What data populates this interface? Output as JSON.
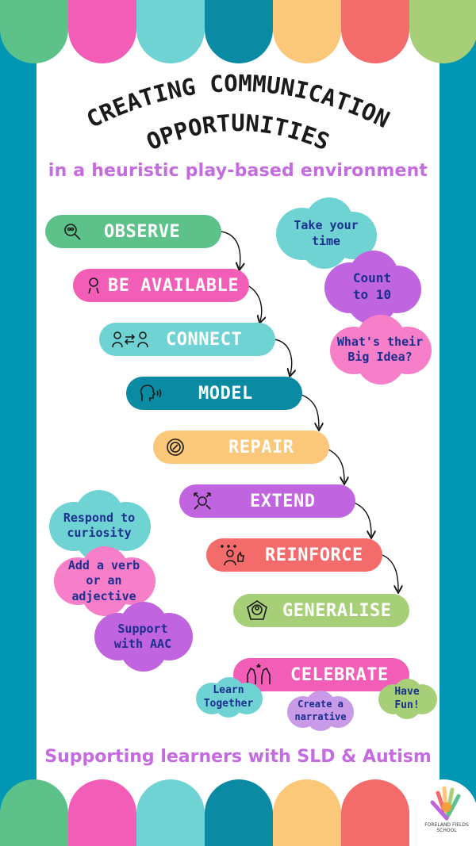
{
  "title": {
    "line1": "CREATING COMMUNICATION",
    "line2": "OPPORTUNITIES"
  },
  "subtitle": "in a heuristic play-based environment",
  "footer": "Supporting learners with SLD & Autism",
  "colors": {
    "green": "#5cc28a",
    "pink": "#f25db7",
    "teal": "#6fd3d3",
    "blue": "#0a8aa3",
    "orange": "#fbc778",
    "red": "#f36b6b",
    "lime": "#a6cf78",
    "purple": "#c064e0",
    "text_blue": "#1b2f8f",
    "sub_purple": "#c46be0"
  },
  "steps": [
    {
      "label": "OBSERVE",
      "icon": "magnifier-faces-icon",
      "color": "#5cc28a"
    },
    {
      "label": "BE AVAILABLE",
      "icon": "person-idea-icon",
      "color": "#f25db7"
    },
    {
      "label": "CONNECT",
      "icon": "two-people-exchange-icon",
      "color": "#6fd3d3"
    },
    {
      "label": "MODEL",
      "icon": "speaking-head-icon",
      "color": "#0a8aa3"
    },
    {
      "label": "REPAIR",
      "icon": "gear-wrench-icon",
      "color": "#fbc778"
    },
    {
      "label": "EXTEND",
      "icon": "expand-arrows-icon",
      "color": "#c064e0"
    },
    {
      "label": "REINFORCE",
      "icon": "person-thumbs-up-icon",
      "color": "#f36b6b"
    },
    {
      "label": "GENERALISE",
      "icon": "network-person-icon",
      "color": "#a6cf78"
    },
    {
      "label": "CELEBRATE",
      "icon": "high-five-hands-icon",
      "color": "#f25db7"
    }
  ],
  "clouds_right": [
    {
      "text": "Take your time",
      "color": "#6fd3d3"
    },
    {
      "text": "Count to 10",
      "color": "#c064e0"
    },
    {
      "text": "What's their Big Idea?",
      "color": "#f77ec8"
    }
  ],
  "clouds_left": [
    {
      "text": "Respond to curiosity",
      "color": "#6fd3d3"
    },
    {
      "text": "Add a verb or an adjective",
      "color": "#f77ec8"
    },
    {
      "text": "Support with AAC",
      "color": "#c064e0"
    }
  ],
  "clouds_bottom": [
    {
      "text": "Learn Together",
      "color": "#6fd3d3"
    },
    {
      "text": "Create a narrative",
      "color": "#c89ae8"
    },
    {
      "text": "Have Fun!",
      "color": "#a6cf78"
    }
  ],
  "logo": {
    "text": "FORELAND FIELDS SCHOOL",
    "icon": "hands-tree-logo-icon"
  }
}
